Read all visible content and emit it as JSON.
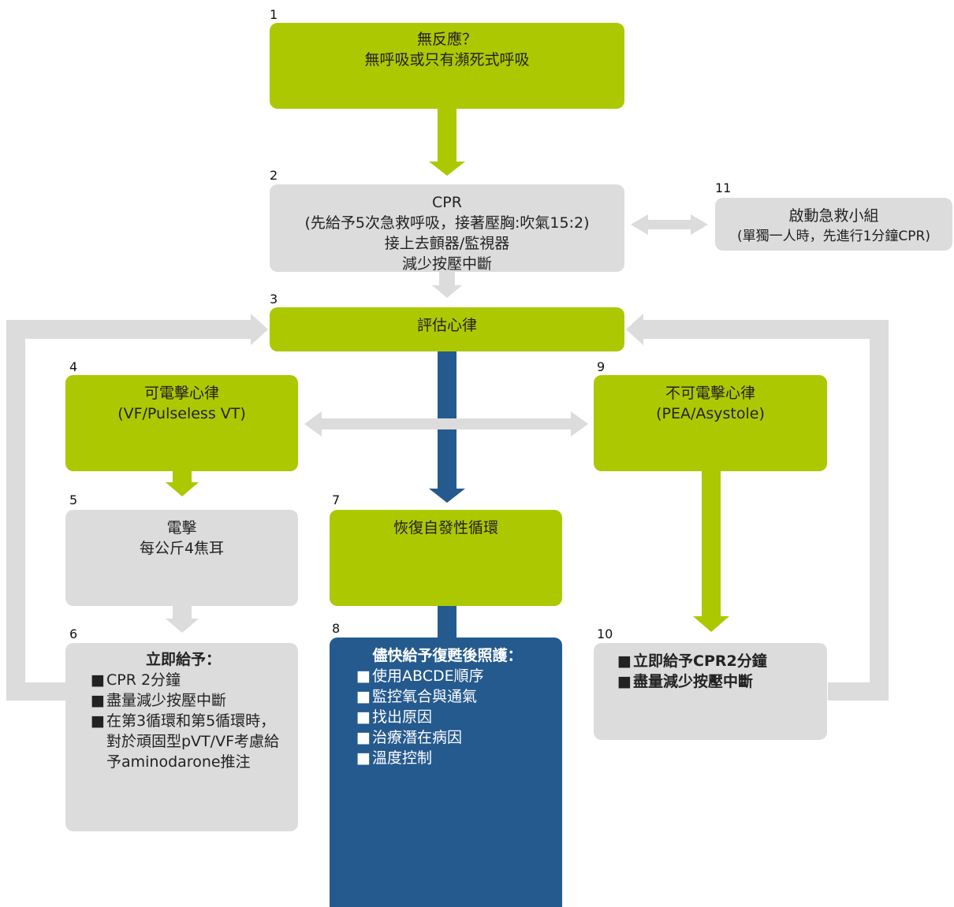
{
  "colors": {
    "green": "#acc800",
    "gray": "#dcdcdc",
    "blue": "#255a8f",
    "bolt": "#e8101a"
  },
  "bullet_glyph": "■",
  "nodes": {
    "n1": {
      "num": "1",
      "lines": [
        "無反應？",
        "無呼吸或只有瀕死式呼吸"
      ]
    },
    "n2": {
      "num": "2",
      "lines": [
        "CPR",
        "(先給予5次急救呼吸，接著壓胸:吹氣15:2)",
        "接上去顫器/監視器",
        "減少按壓中斷"
      ]
    },
    "n3": {
      "num": "3",
      "lines": [
        "評估心律"
      ]
    },
    "n4": {
      "num": "4",
      "lines": [
        "可電擊心律",
        "(VF/Pulseless VT)"
      ]
    },
    "n5": {
      "num": "5",
      "lines": [
        "電擊",
        "每公斤4焦耳"
      ]
    },
    "n6": {
      "num": "6",
      "title": "立即給予：",
      "items": [
        "CPR 2分鐘",
        "盡量減少按壓中斷",
        "在第3循環和第5循環時，",
        "對於頑固型pVT/VF考慮給",
        "予aminodarone推注"
      ]
    },
    "n7": {
      "num": "7",
      "lines": [
        "恢復自發性循環"
      ]
    },
    "n8": {
      "num": "8",
      "title": "儘快給予復甦後照護：",
      "items": [
        "使用ABCDE順序",
        "監控氧合與通氣",
        "找出原因",
        "治療潛在病因",
        "溫度控制"
      ]
    },
    "n9": {
      "num": "9",
      "lines": [
        "不可電擊心律",
        "(PEA/Asystole)"
      ]
    },
    "n10": {
      "num": "10",
      "items": [
        "立即給予CPR2分鐘",
        "盡量減少按壓中斷"
      ]
    },
    "n11": {
      "num": "11",
      "lines": [
        "啟動急救小組",
        "(單獨一人時，先進行1分鐘CPR)"
      ]
    }
  }
}
